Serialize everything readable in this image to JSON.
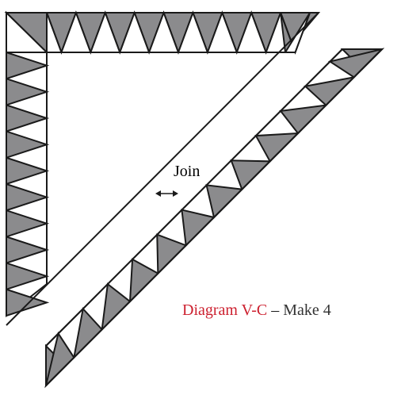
{
  "join_label": "Join",
  "caption": {
    "diagram_name": "Diagram V-C",
    "separator": " – ",
    "instruction": "Make 4"
  },
  "colors": {
    "fabric_grey": "#8b8b8d",
    "background": "#ffffff",
    "outline": "#1a1a1a",
    "caption_accent": "#cc1f2e",
    "caption_text": "#333333"
  },
  "triangle_counts": {
    "top_border": 9,
    "left_border": 10,
    "diagonal_strip": 12
  }
}
